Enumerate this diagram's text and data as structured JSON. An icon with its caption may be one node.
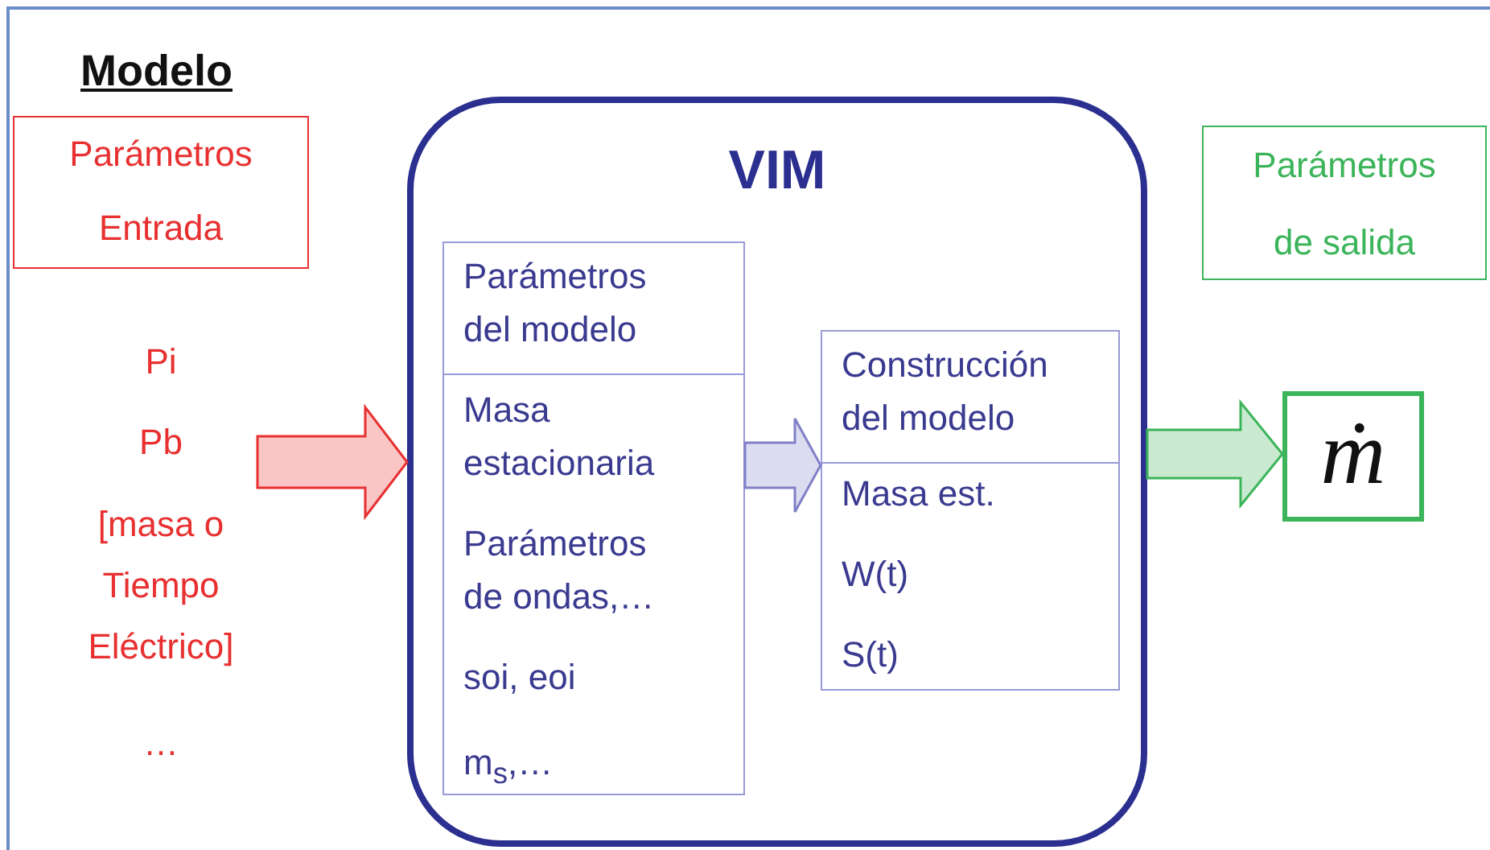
{
  "diagram": {
    "title": "Modelo",
    "nodes": [
      {
        "text": [
          "Parámetros Entrada"
        ]
      },
      {
        "text": [
          "Pi",
          "Pb",
          "[masa o Tiempo Eléctrico]",
          "…"
        ]
      },
      {
        "text": [
          "VIM"
        ]
      },
      {
        "text": [
          "Parámetros del modelo",
          "Masa estacionaria",
          "Parámetros de ondas,…",
          "soi, eoi",
          "m$_{s}$,…"
        ],
        "in": 2
      },
      {
        "text": [
          "Construcción del modelo",
          "Masa est.",
          "W(t)",
          "S(t)"
        ],
        "in": 2
      },
      {
        "text": [
          "Parámetros de salida"
        ]
      },
      {
        "text": [
          "ṁ"
        ]
      }
    ],
    "edges": [
      {
        "from": 1,
        "to": 2,
        "arrow": "to",
        "style": "thick",
        "color": "#e83030"
      },
      {
        "from": 3,
        "to": 4,
        "arrow": "to",
        "style": "thick",
        "color": "#8080c8"
      },
      {
        "from": 2,
        "to": 6,
        "arrow": "to",
        "style": "thick",
        "color": "#3cb45a"
      }
    ]
  }
}
